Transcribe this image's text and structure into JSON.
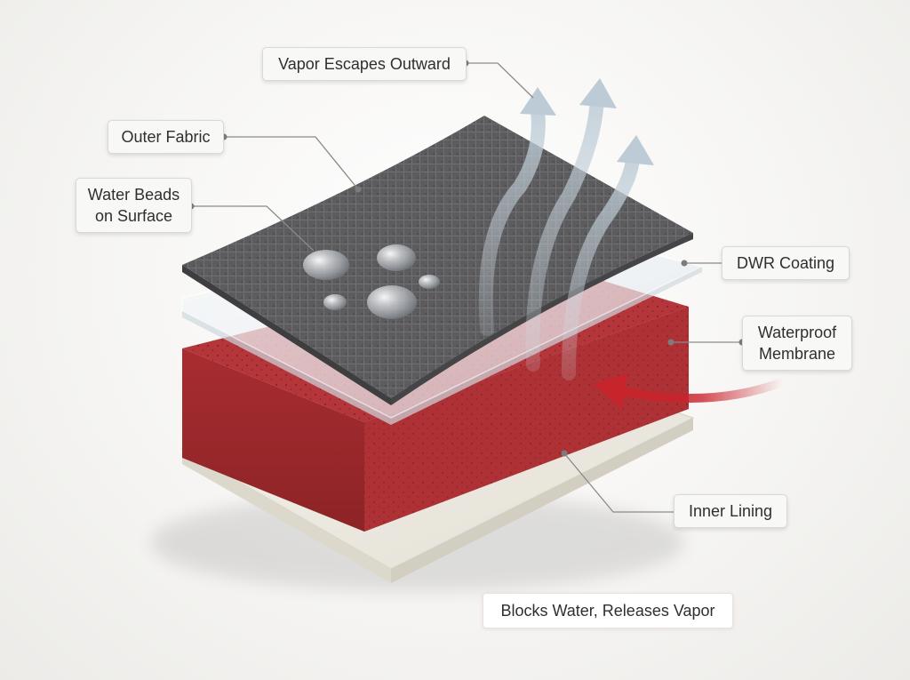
{
  "labels": {
    "vapor_escapes": "Vapor Escapes Outward",
    "outer_fabric": "Outer Fabric",
    "water_beads": "Water Beads\non Surface",
    "dwr_coating": "DWR Coating",
    "waterproof_membrane": "Waterproof\nMembrane",
    "inner_lining": "Inner Lining"
  },
  "banner": "Blocks Water, Releases Vapor",
  "colors": {
    "outer_fabric": "#5a5a5c",
    "membrane": "#b7373a",
    "lining": "#efece3",
    "coating": "#e9eef2",
    "vapor_arrow": "#c9d6df",
    "water_arrow": "#c8242c",
    "leader_line": "#8a8a8a"
  }
}
